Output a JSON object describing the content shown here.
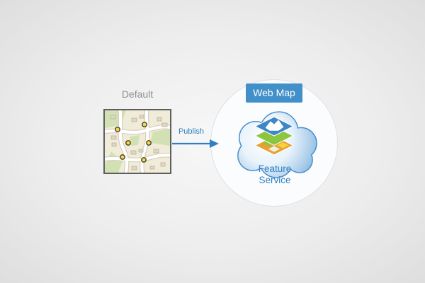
{
  "labels": {
    "default": "Default",
    "publish": "Publish",
    "web_map": "Web Map",
    "feature_service": "Feature Service"
  },
  "icons": {
    "map_thumbnail": "street-map-with-point-markers-icon",
    "arrow": "right-arrow-icon",
    "cloud": "cloud-icon",
    "layers": "stacked-map-layers-icon"
  },
  "colors": {
    "accent_blue": "#2f7fc1",
    "badge_blue": "#4190ca",
    "badge_text": "#ffffff",
    "label_gray": "#8f8f8f",
    "background": "#ededed",
    "circle_fill": "#fbfcfe",
    "circle_border": "#d9e2ea",
    "cloud_outline": "#4a8fcb",
    "map_border": "#5e5e5e",
    "marker_yellow": "#ffd43d",
    "layer_top_blue": "#3e86c6",
    "layer_middle_green": "#8cc63e",
    "layer_bottom_orange": "#e8a031"
  },
  "map_markers_count": 6
}
